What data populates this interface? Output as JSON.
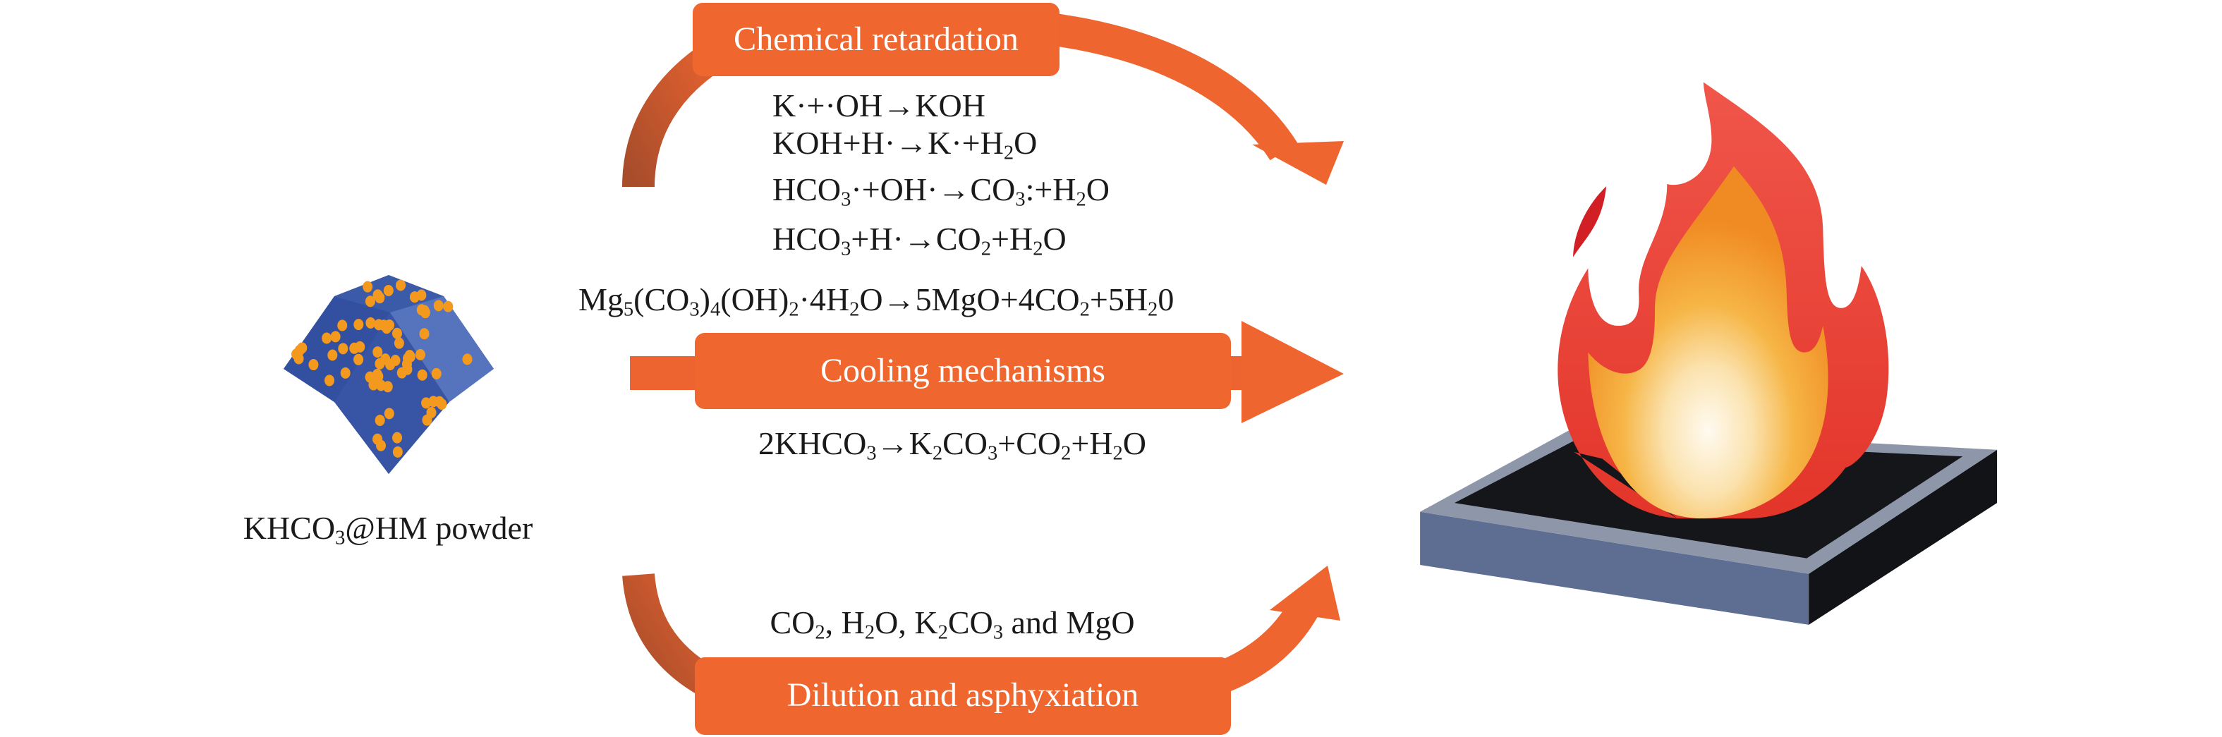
{
  "material": {
    "label": [
      "KHCO",
      "3",
      "@HM powder"
    ]
  },
  "mechanisms": {
    "chemical_retardation": {
      "label": "Chemical retardation",
      "equations": [
        [
          "K·+·OH→KOH"
        ],
        [
          "KOH+H·→K·+H",
          "2",
          "O"
        ],
        [
          "HCO",
          "3",
          "·+OH·→CO",
          "3",
          ":+H",
          "2",
          "O"
        ],
        [
          "HCO",
          "3",
          "+H·→CO",
          "2",
          "+H",
          "2",
          "O"
        ]
      ]
    },
    "cooling": {
      "label": "Cooling mechanisms",
      "equation_above": [
        "Mg",
        "5",
        "(CO",
        "3",
        ")",
        "4",
        "(OH)",
        "2",
        "·4H",
        "2",
        "O→5MgO+4CO",
        "2",
        "+5H",
        "2",
        "0"
      ],
      "equation_below": [
        "2KHCO",
        "3",
        "→K",
        "2",
        "CO",
        "3",
        "+CO",
        "2",
        "+H",
        "2",
        "O"
      ]
    },
    "dilution": {
      "label": "Dilution and asphyxiation",
      "products": [
        "CO",
        "2",
        ", H",
        "2",
        "O, K",
        "2",
        "CO",
        "3",
        " and MgO"
      ]
    }
  },
  "colors": {
    "arrow_orange": "#f0662f",
    "arrow_dark": "#b0502a",
    "crystal_blue": "#3552a0",
    "particle_orange": "#f39a1e",
    "flame_red": "#ee4b3c",
    "flame_orange": "#f49a2a",
    "tray_side": "#5d6e92",
    "tray_top": "#15161a"
  }
}
